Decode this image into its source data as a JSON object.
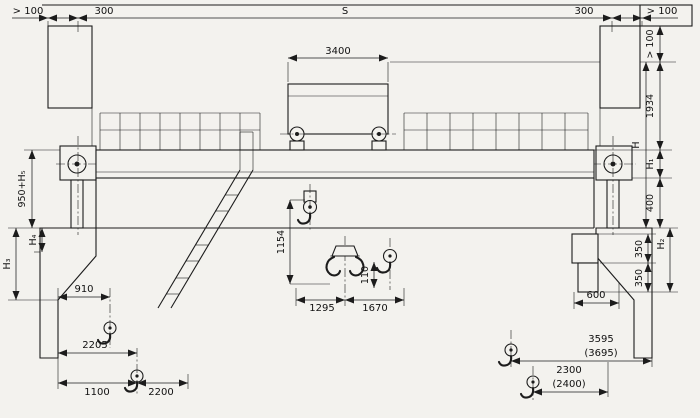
{
  "drawing": {
    "background": "#f3f2ee",
    "ink": "#1c1c1c",
    "dims": {
      "top_clearance_left": "> 100",
      "top_300_left": "300",
      "span": "S",
      "top_300_right": "300",
      "top_clearance_right": "> 100",
      "trolley_width": "3400",
      "right_clearance": "> 100",
      "right_1934": "1934",
      "right_H": "H",
      "right_H1": "H₁",
      "right_400": "400",
      "right_H2": "H₂",
      "right_350_a": "350",
      "right_350_b": "350",
      "left_950_H5": "950+H₅",
      "left_H4": "H₄",
      "left_H3": "H₃",
      "mid_1154": "1154",
      "mid_110": "110",
      "mid_1295": "1295",
      "mid_1670": "1670",
      "bl_910": "910",
      "bl_2205": "2205",
      "bl_1100": "1100",
      "bl_2200": "2200",
      "br_600": "600",
      "br_3595": "3595",
      "br_3695": "(3695)",
      "br_2300": "2300",
      "br_2400": "(2400)"
    }
  }
}
